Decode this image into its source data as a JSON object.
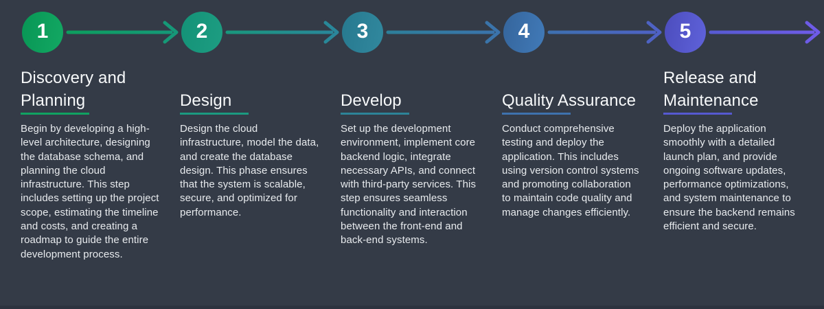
{
  "figure": {
    "background_color": "#343b47",
    "bottom_bar_color": "#2d333f",
    "title_color": "#f7f9fa",
    "body_text_color": "#e8ebee"
  },
  "steps": [
    {
      "number": "1",
      "title": "Discovery and Planning",
      "description": "Begin by developing a high-level architecture, designing the database schema, and planning the cloud infrastructure. This step includes setting up the project scope, estimating the timeline and costs, and creating a roadmap to guide the entire development process.",
      "circle_color_start": "#089655",
      "circle_color_end": "#13a863",
      "accent_color": "#10a262",
      "arrow_color_start": "#0d9e5e",
      "arrow_color_end": "#169879"
    },
    {
      "number": "2",
      "title": "Design",
      "description": "Design the cloud infrastructure, model the data, and create the database design. This phase ensures that the system is scalable, secure, and optimized for performance.",
      "circle_color_start": "#149277",
      "circle_color_end": "#1d9d82",
      "accent_color": "#1b9a80",
      "arrow_color_start": "#19977d",
      "arrow_color_end": "#2a869b"
    },
    {
      "number": "3",
      "title": "Develop",
      "description": "Set up the development environment, implement core backend logic, integrate necessary APIs, and connect with third-party services. This step ensures seamless functionality and interaction between the front-end and back-end systems.",
      "circle_color_start": "#27798f",
      "circle_color_end": "#31889e",
      "accent_color": "#2d8398",
      "arrow_color_start": "#2d7f9a",
      "arrow_color_end": "#3b73ac"
    },
    {
      "number": "4",
      "title": "Quality Assurance",
      "description": "Conduct comprehensive testing and deploy the application. This includes using version control systems and promoting collaboration to maintain code quality and manage changes efficiently.",
      "circle_color_start": "#35659c",
      "circle_color_end": "#417ab8",
      "accent_color": "#3e72ae",
      "arrow_color_start": "#3e70b0",
      "arrow_color_end": "#4f61c5"
    },
    {
      "number": "5",
      "title": "Release and Maintenance",
      "description": "Deploy the application smoothly with a detailed launch plan, and provide ongoing software updates, performance optimizations, and system maintenance to ensure the backend remains efficient and secure.",
      "circle_color_start": "#4c4dbd",
      "circle_color_end": "#5f62da",
      "accent_color": "#5659d1",
      "arrow_color_start": "#575ad2",
      "arrow_color_end": "#6f5be8"
    }
  ]
}
